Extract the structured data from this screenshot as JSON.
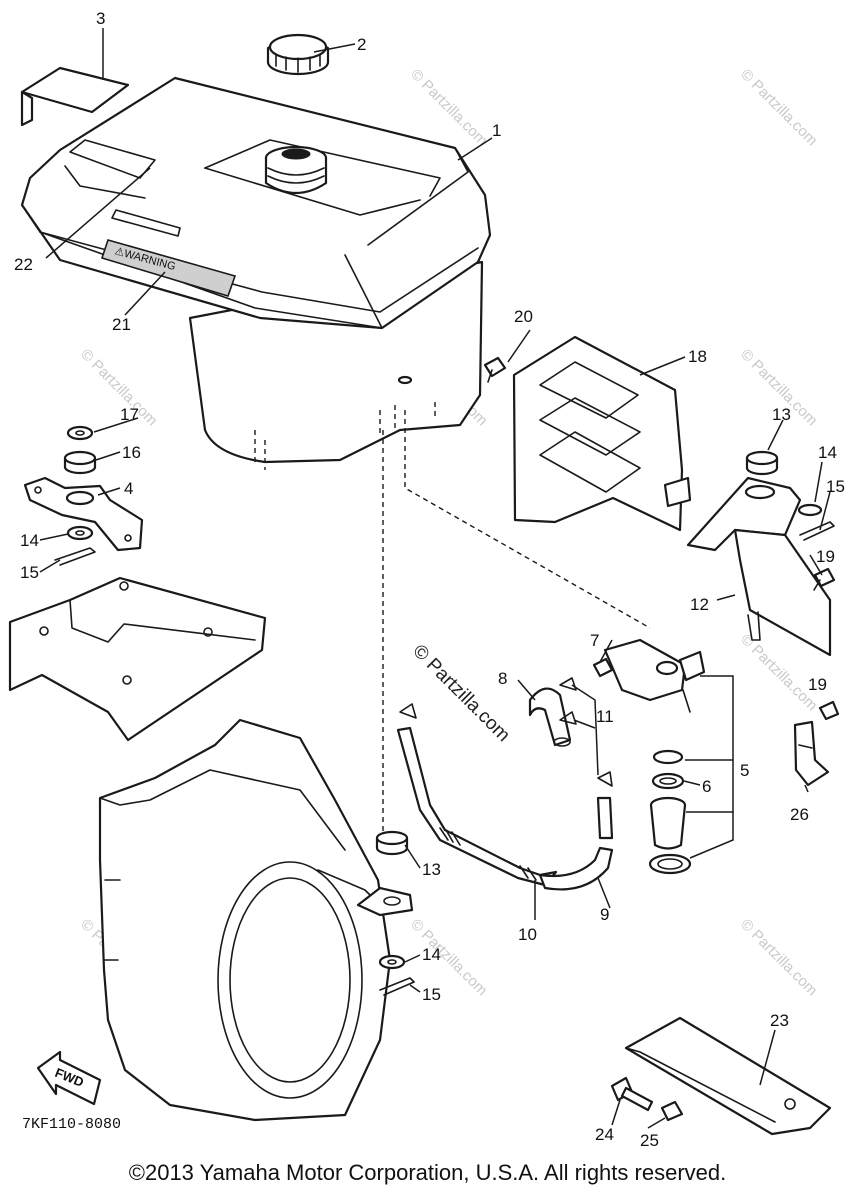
{
  "diagram": {
    "watermark_center": "© Partzilla.com",
    "watermark_tile": "© Partzilla.com",
    "warning_label": "⚠WARNING",
    "fwd_label": "FWD",
    "drawing_code": "7KF110-8080",
    "callouts": {
      "p1": "1",
      "p2": "2",
      "p3": "3",
      "p4": "4",
      "p5": "5",
      "p6": "6",
      "p7": "7",
      "p8": "8",
      "p9": "9",
      "p10": "10",
      "p11": "11",
      "p12": "12",
      "p13a": "13",
      "p13b": "13",
      "p14a": "14",
      "p14b": "14",
      "p14c": "14",
      "p15a": "15",
      "p15b": "15",
      "p15c": "15",
      "p16": "16",
      "p17": "17",
      "p18": "18",
      "p19a": "19",
      "p19b": "19",
      "p20": "20",
      "p21": "21",
      "p22": "22",
      "p23": "23",
      "p24": "24",
      "p25": "25",
      "p26": "26"
    }
  },
  "footer": {
    "copyright": "©2013 Yamaha Motor Corporation, U.S.A. All rights reserved."
  }
}
